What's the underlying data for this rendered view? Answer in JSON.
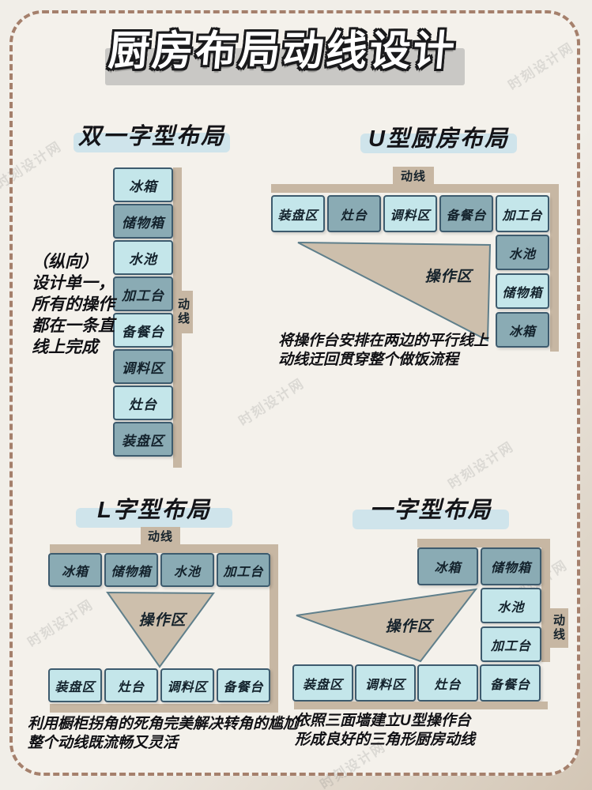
{
  "title": "厨房布局动线设计",
  "watermark_text": "时刻设计网",
  "shared_labels": {
    "flow_line": "动线",
    "work_zone": "操作区"
  },
  "colors": {
    "page_bg": "#f4f1eb",
    "frame_dash": "#a5806c",
    "title_bar": "#c9c8c5",
    "heading_highlight": "#cfe4eb",
    "light_box": "#c4e6ea",
    "dark_box": "#8aabb4",
    "box_border": "#3d5b6e",
    "path_bar": "#c7b7a3",
    "triangle_fill": "#cdbfac"
  },
  "sections": {
    "double": {
      "heading": "双一字型布局",
      "note_lines": [
        "（纵向）",
        "设计单一，",
        "所有的操作",
        "都在一条直",
        "线上完成"
      ],
      "column": [
        {
          "label": "冰箱",
          "tone": "light"
        },
        {
          "label": "储物箱",
          "tone": "dark"
        },
        {
          "label": "水池",
          "tone": "light"
        },
        {
          "label": "加工台",
          "tone": "dark"
        },
        {
          "label": "备餐台",
          "tone": "light"
        },
        {
          "label": "调料区",
          "tone": "dark"
        },
        {
          "label": "灶台",
          "tone": "light"
        },
        {
          "label": "装盘区",
          "tone": "dark"
        }
      ]
    },
    "u_shape": {
      "heading": "U型厨房布局",
      "top_row": [
        {
          "label": "装盘区",
          "tone": "light"
        },
        {
          "label": "灶台",
          "tone": "dark"
        },
        {
          "label": "调料区",
          "tone": "light"
        },
        {
          "label": "备餐台",
          "tone": "dark"
        },
        {
          "label": "加工台",
          "tone": "light"
        }
      ],
      "right_column": [
        {
          "label": "水池",
          "tone": "dark"
        },
        {
          "label": "储物箱",
          "tone": "light"
        },
        {
          "label": "冰箱",
          "tone": "dark"
        }
      ],
      "desc_lines": [
        "将操作台安排在两边的平行线上",
        "动线迂回贯穿整个做饭流程"
      ]
    },
    "l_shape": {
      "heading": "L字型布局",
      "top_row": [
        {
          "label": "冰箱",
          "tone": "dark"
        },
        {
          "label": "储物箱",
          "tone": "dark"
        },
        {
          "label": "水池",
          "tone": "dark"
        },
        {
          "label": "加工台",
          "tone": "dark"
        }
      ],
      "bottom_row": [
        {
          "label": "装盘区",
          "tone": "light"
        },
        {
          "label": "灶台",
          "tone": "light"
        },
        {
          "label": "调料区",
          "tone": "light"
        },
        {
          "label": "备餐台",
          "tone": "light"
        }
      ],
      "desc_lines": [
        "利用橱柜拐角的死角完美解决转角的尴尬",
        "整个动线既流畅又灵活"
      ]
    },
    "single": {
      "heading": "一字型布局",
      "top_row": [
        {
          "label": "冰箱",
          "tone": "dark"
        },
        {
          "label": "储物箱",
          "tone": "dark"
        }
      ],
      "right_column": [
        {
          "label": "水池",
          "tone": "light"
        },
        {
          "label": "加工台",
          "tone": "light"
        }
      ],
      "bottom_row": [
        {
          "label": "装盘区",
          "tone": "light"
        },
        {
          "label": "调料区",
          "tone": "light"
        },
        {
          "label": "灶台",
          "tone": "light"
        },
        {
          "label": "备餐台",
          "tone": "light"
        }
      ],
      "desc_lines": [
        "依照三面墙建立U型操作台",
        "形成良好的三角形厨房动线"
      ]
    }
  }
}
